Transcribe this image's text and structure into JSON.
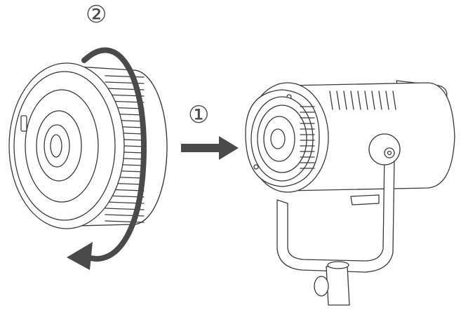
{
  "steps": {
    "rotate_label": "②",
    "attach_label": "①"
  },
  "parts": {
    "lens": "fresnel-lens-attachment",
    "light": "led-light-head-with-yoke"
  },
  "icons": {
    "rotate": "rotate-arrow-icon",
    "attach": "right-arrow-icon"
  },
  "colors": {
    "line": "#3a3a3a",
    "arrow": "#4a4a4a",
    "background": "#ffffff"
  }
}
